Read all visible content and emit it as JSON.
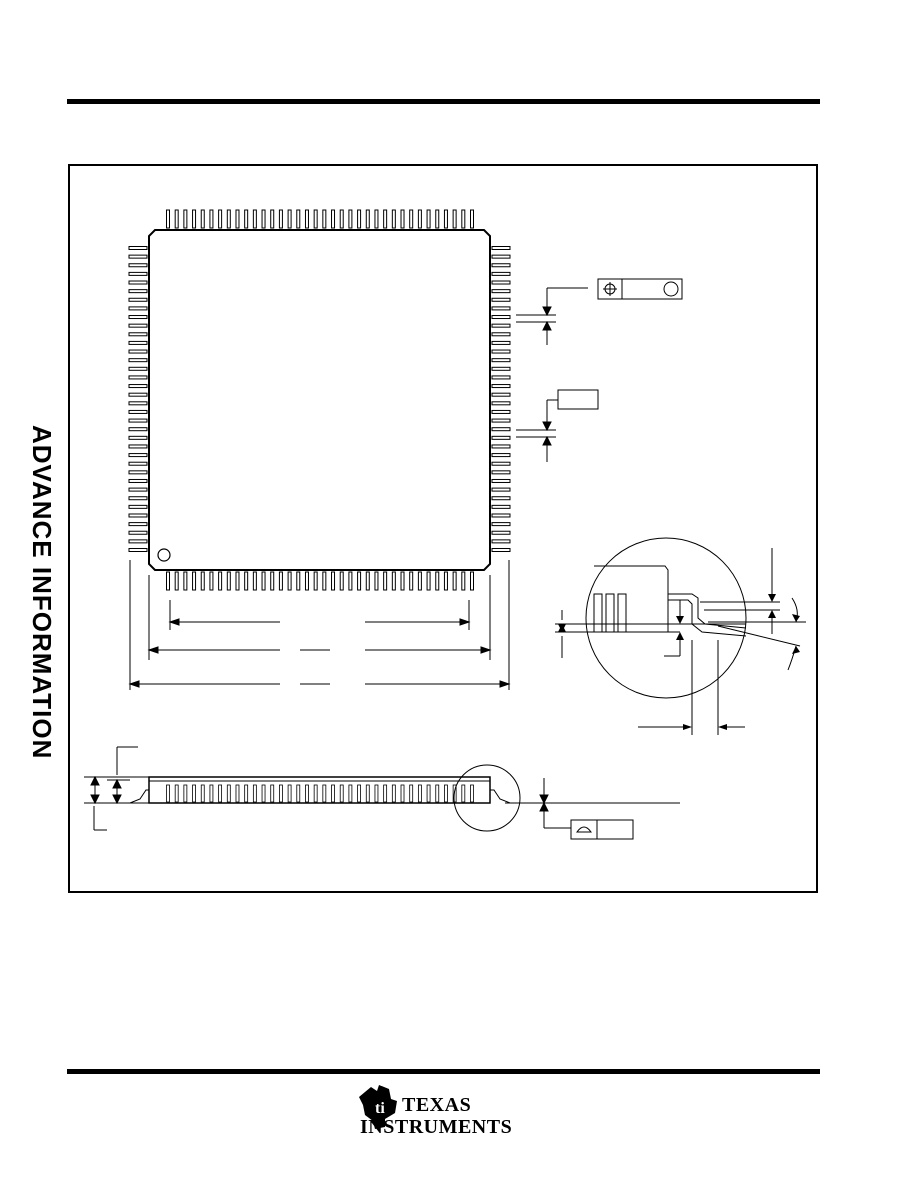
{
  "side_label": "ADVANCE INFORMATION",
  "logo": {
    "line1": "TEXAS",
    "line2": "INSTRUMENTS"
  },
  "icons": {
    "position_tolerance": "position-tolerance-icon",
    "flatness": "flatness-icon",
    "ti_emblem": "ti-emblem-icon"
  }
}
